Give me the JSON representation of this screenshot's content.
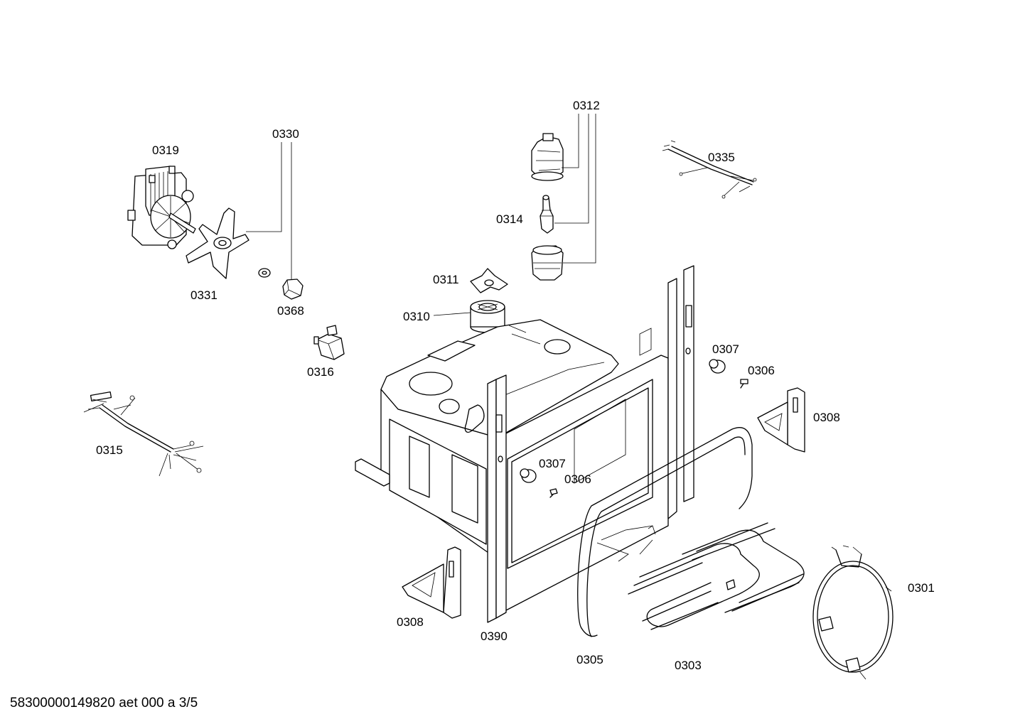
{
  "diagram": {
    "footer": "58300000149820 aet 000 a 3/5",
    "parts": [
      {
        "id": "0312",
        "label": "0312"
      },
      {
        "id": "0330",
        "label": "0330"
      },
      {
        "id": "0319",
        "label": "0319"
      },
      {
        "id": "0335",
        "label": "0335"
      },
      {
        "id": "0314",
        "label": "0314"
      },
      {
        "id": "0331",
        "label": "0331"
      },
      {
        "id": "0311",
        "label": "0311"
      },
      {
        "id": "0368",
        "label": "0368"
      },
      {
        "id": "0310",
        "label": "0310"
      },
      {
        "id": "0316",
        "label": "0316"
      },
      {
        "id": "0307a",
        "label": "0307"
      },
      {
        "id": "0306a",
        "label": "0306"
      },
      {
        "id": "0308a",
        "label": "0308"
      },
      {
        "id": "0315",
        "label": "0315"
      },
      {
        "id": "0307b",
        "label": "0307"
      },
      {
        "id": "0306b",
        "label": "0306"
      },
      {
        "id": "0301",
        "label": "0301"
      },
      {
        "id": "0308b",
        "label": "0308"
      },
      {
        "id": "0390",
        "label": "0390"
      },
      {
        "id": "0305",
        "label": "0305"
      },
      {
        "id": "0303",
        "label": "0303"
      }
    ]
  }
}
